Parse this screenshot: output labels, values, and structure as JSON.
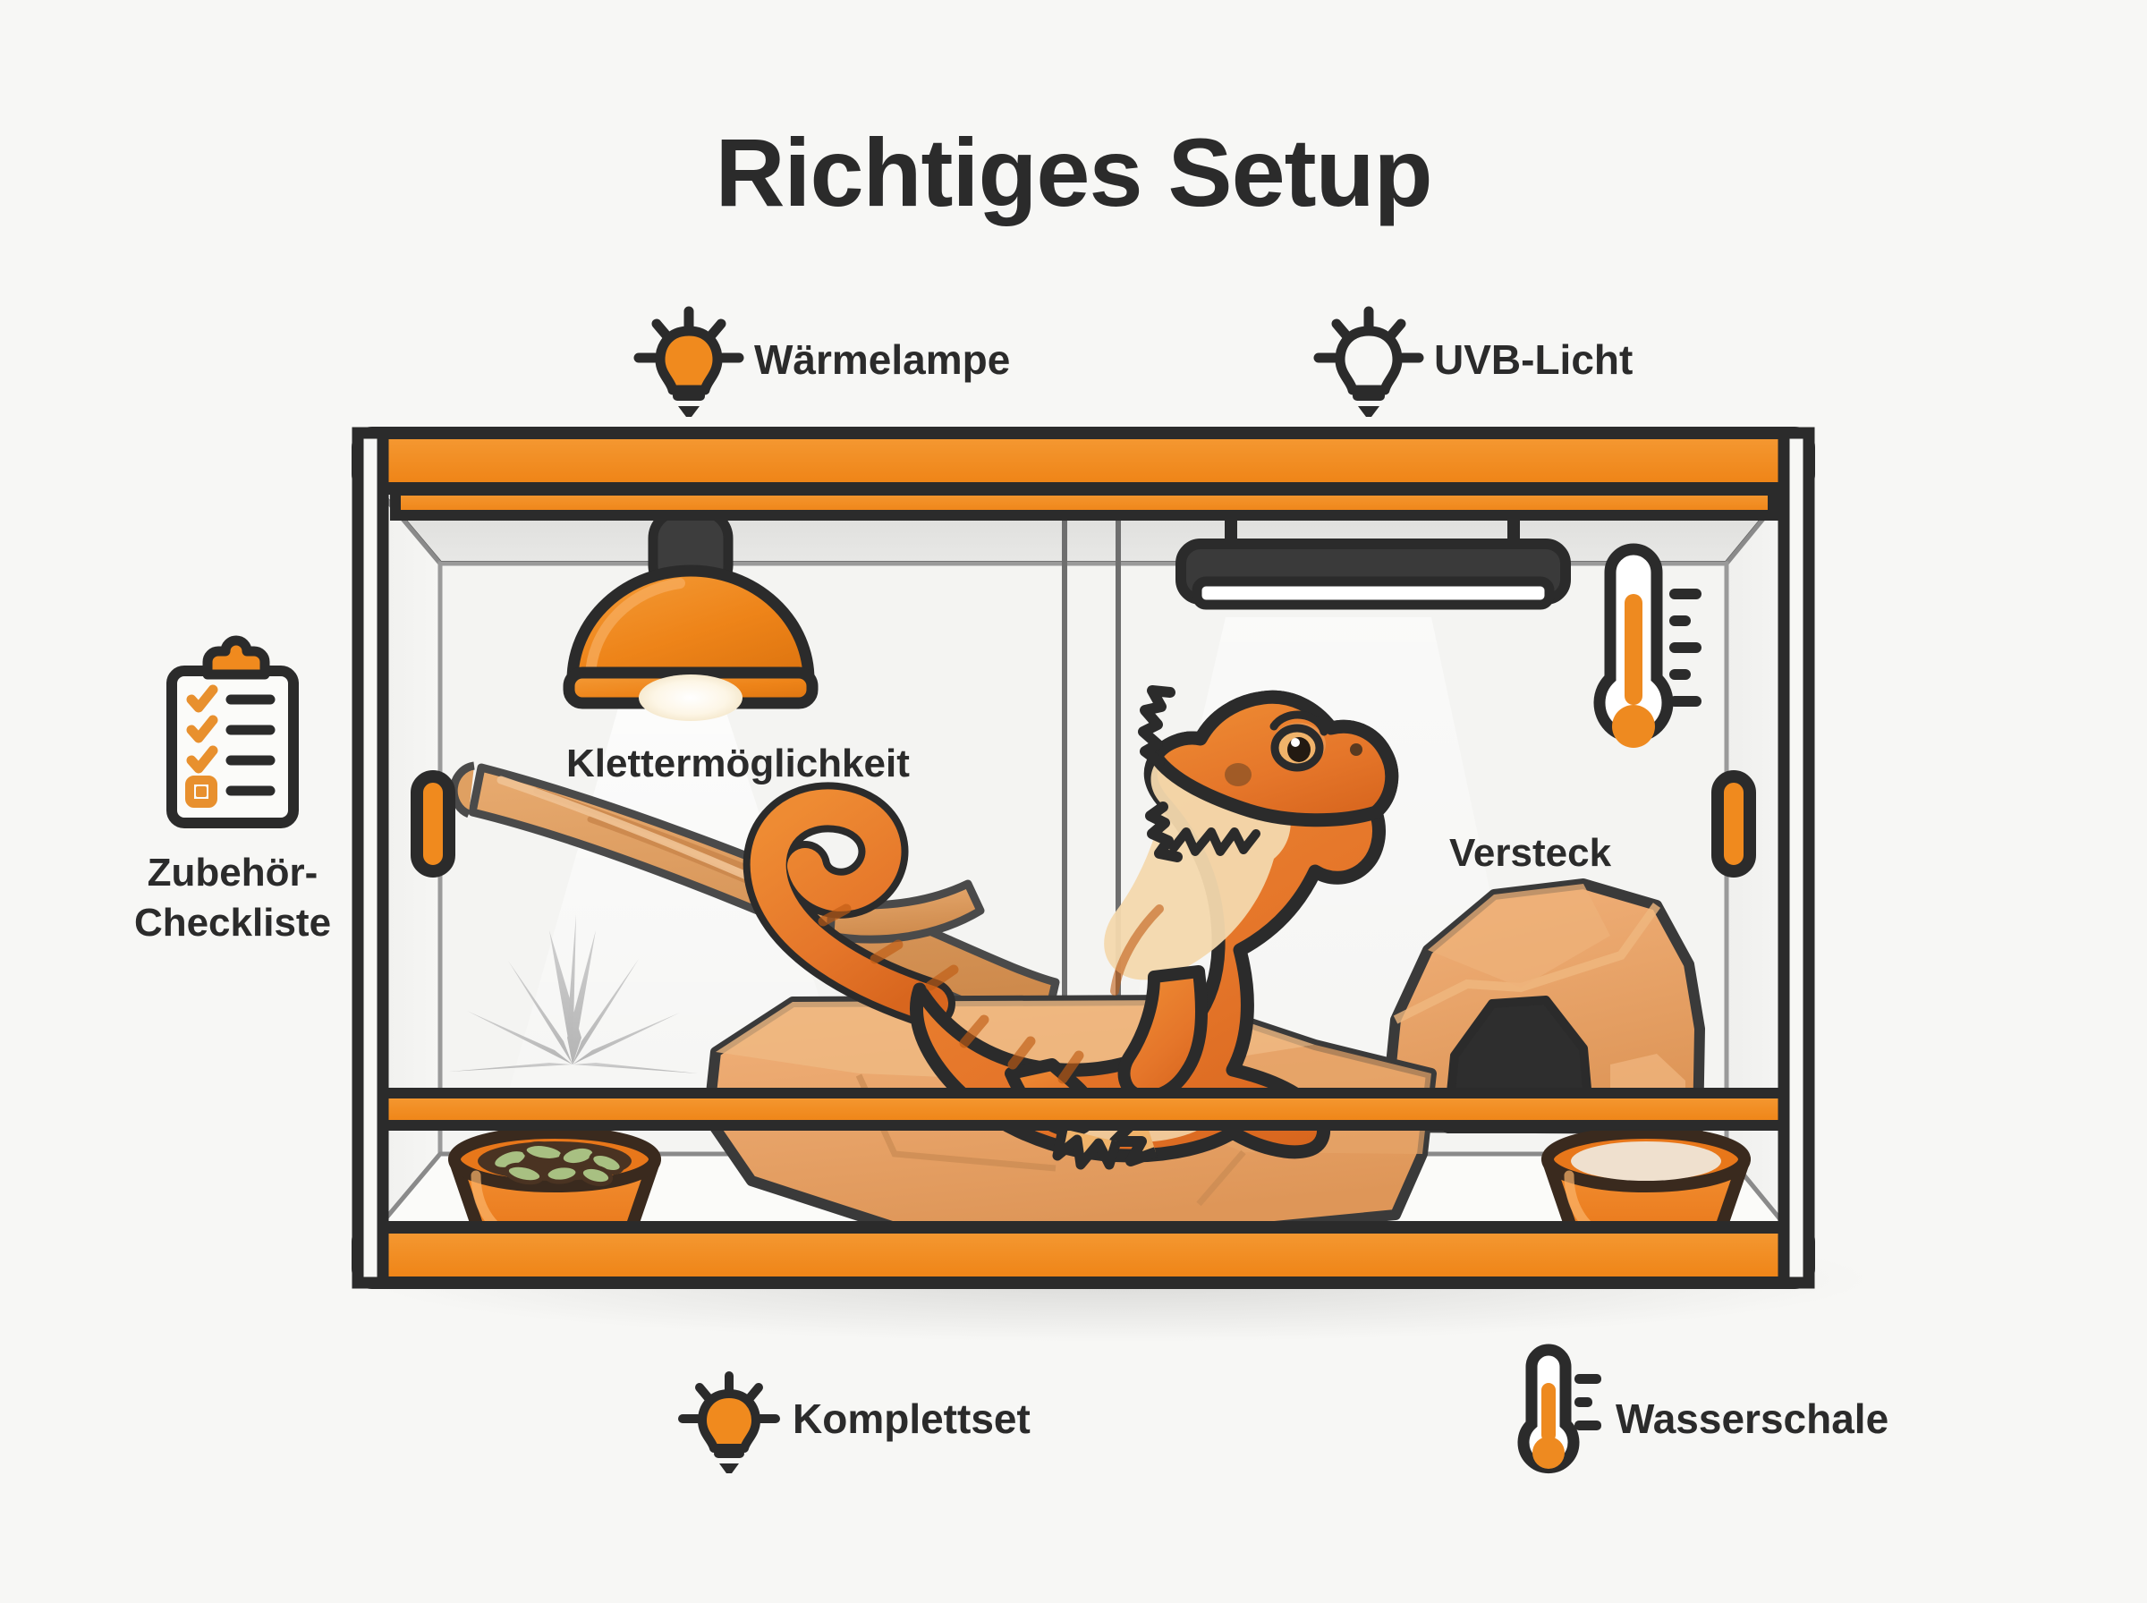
{
  "page": {
    "title": "Richtiges Setup",
    "background_color": "#f7f7f5",
    "accent_color": "#F08A1E",
    "ink_color": "#2b2b2b"
  },
  "top_labels": [
    {
      "id": "waermelampe",
      "label": "Wärmelampe",
      "icon": "lightbulb-filled-icon"
    },
    {
      "id": "uvb-licht",
      "label": "UVB-Licht",
      "icon": "lightbulb-outline-icon"
    }
  ],
  "side_label": {
    "id": "zubehoer-checkliste",
    "icon": "clipboard-checklist-icon",
    "line1": "Zubehör-",
    "line2": "Checkliste",
    "checked_items": 3,
    "unchecked_items": 1
  },
  "in_tank_labels": [
    {
      "id": "klettermoeglichkeit",
      "label": "Klettermöglichkeit"
    },
    {
      "id": "versteck",
      "label": "Versteck"
    }
  ],
  "bottom_labels": [
    {
      "id": "komplettset",
      "label": "Komplettset",
      "icon": "lightbulb-filled-icon"
    },
    {
      "id": "wasserschale",
      "label": "Wasserschale",
      "icon": "thermometer-icon"
    }
  ],
  "terrarium": {
    "frame_color": "#F08A1E",
    "outline_color": "#2b2b2b",
    "glass_color": "#f2f2f0",
    "elements": [
      "heat-lamp-dome",
      "uvb-tube-fixture",
      "wall-thermometer",
      "climbing-branch",
      "basking-rock",
      "hide-cave",
      "desert-plant",
      "food-bowl",
      "water-bowl",
      "door-handle-left",
      "door-handle-right",
      "bearded-dragon"
    ]
  },
  "animal": {
    "name": "bearded-dragon",
    "body_color": "#E8772A",
    "belly_color": "#F3D8AD"
  }
}
